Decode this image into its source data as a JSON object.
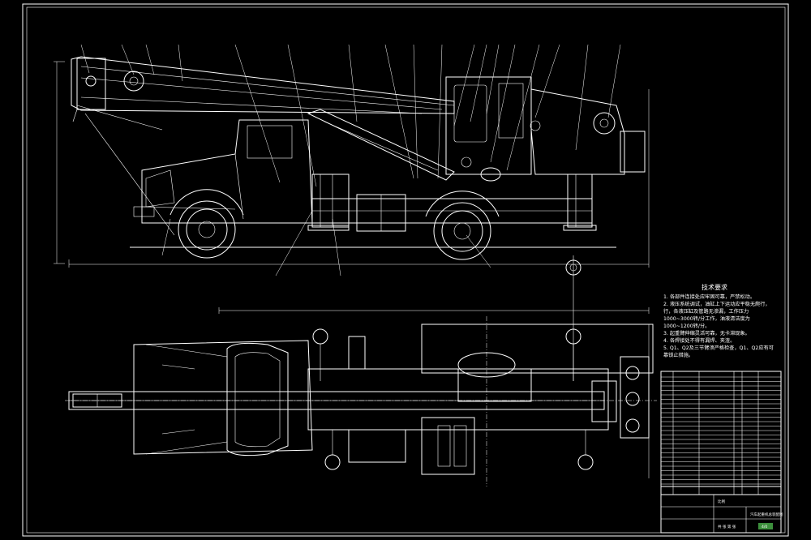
{
  "drawing": {
    "tech_notes": {
      "title": "技术要求",
      "lines": [
        "1. 各部件连接处应牢固可靠，严禁松动。",
        "2. 液压系统调试，油缸上下运动应平稳无爬行，",
        "行，各液压缸及管路无渗漏，工作压力",
        "1000~3000转/分工作，油液清洁度为",
        "1000~1200转/分。",
        "3. 起重臂伸缩灵活可靠，无卡滞现象。",
        "4. 各焊接处不得有漏焊、夹渣。",
        "5. Q1、Q2及三节臂须严格检查，Q1、Q2应有可",
        "靠锁止措施。"
      ]
    },
    "title_block": {
      "drawing_title": "汽车起重机总装配图",
      "scale_label": "比例",
      "sheet_label": "共 张 第 张",
      "badge": "4/0"
    }
  }
}
